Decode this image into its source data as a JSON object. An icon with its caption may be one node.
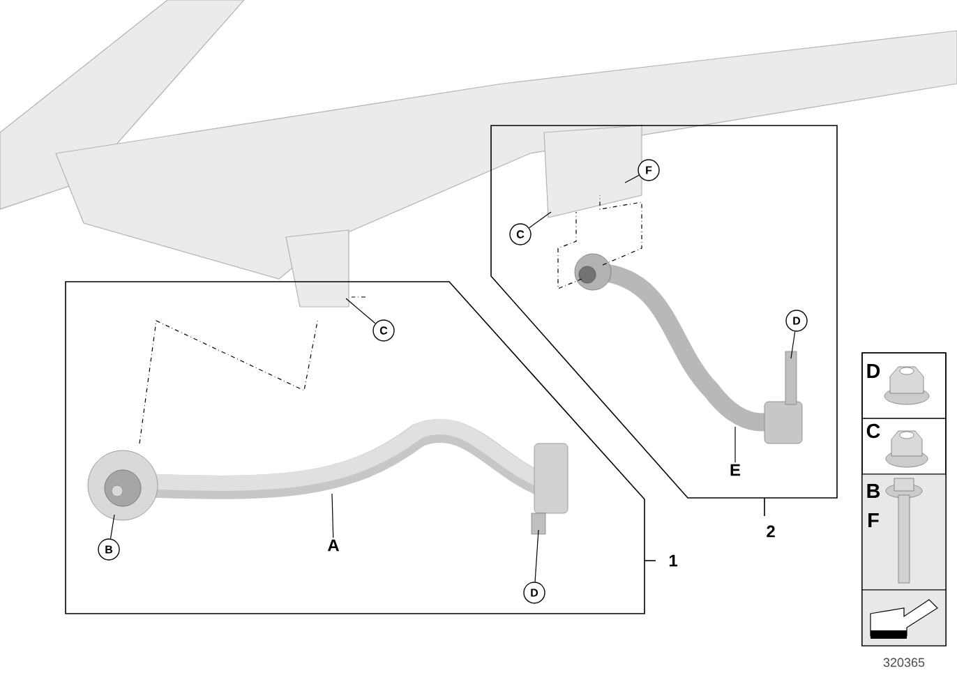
{
  "diagram": {
    "nodes": [
      {
        "text": [
          "1"
        ]
      },
      {
        "text": [
          "A"
        ],
        "in": 0
      },
      {
        "text": [
          "B"
        ],
        "in": 0
      },
      {
        "text": [
          "C"
        ],
        "in": 0
      },
      {
        "text": [
          "D"
        ],
        "in": 0
      },
      {
        "text": [
          "2"
        ]
      },
      {
        "text": [
          "C"
        ],
        "in": 5
      },
      {
        "text": [
          "F"
        ],
        "in": 5
      },
      {
        "text": [
          "D"
        ],
        "in": 5
      },
      {
        "text": [
          "E"
        ],
        "in": 5
      },
      {
        "text": [],
        "shape": "box"
      },
      {
        "text": [
          "D"
        ],
        "in": 10
      },
      {
        "text": [
          "C"
        ],
        "in": 10
      },
      {
        "text": [
          "B",
          "F"
        ],
        "in": 10
      },
      {
        "text": [],
        "shape": "picture"
      },
      {
        "text": [],
        "shape": "picture",
        "in": 0
      },
      {
        "text": [],
        "shape": "picture",
        "in": 5
      }
    ],
    "edges": [
      {
        "from": 1,
        "to": 15,
        "arrow": "none"
      },
      {
        "from": 2,
        "to": 15,
        "arrow": "none"
      },
      {
        "from": 3,
        "to": 14,
        "arrow": "none"
      },
      {
        "from": 4,
        "to": 15,
        "arrow": "none"
      },
      {
        "from": 6,
        "to": 14,
        "arrow": "none"
      },
      {
        "from": 7,
        "to": 14,
        "arrow": "none"
      },
      {
        "from": 8,
        "to": 16,
        "arrow": "none"
      },
      {
        "from": 9,
        "to": 16,
        "arrow": "none"
      }
    ],
    "labels": [
      "320365"
    ]
  }
}
